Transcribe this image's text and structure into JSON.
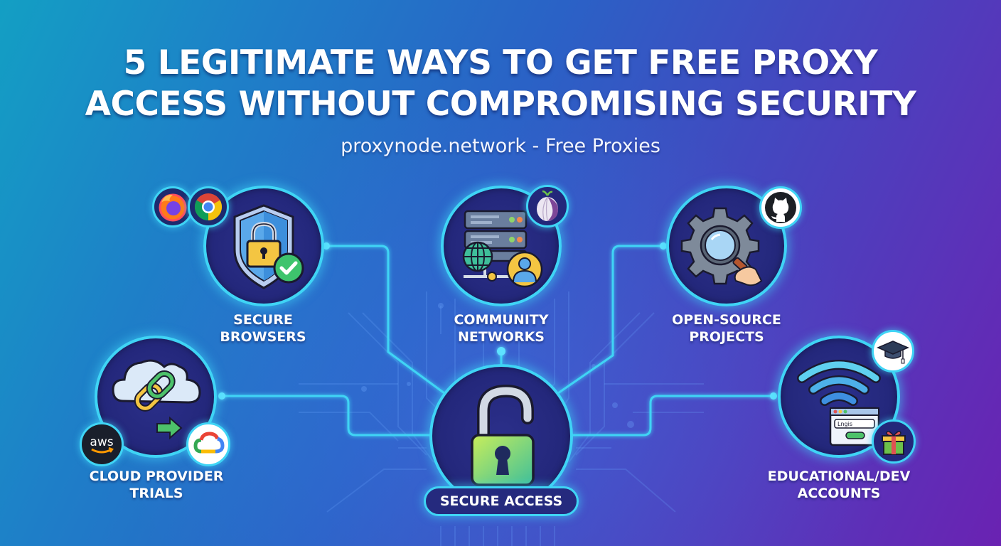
{
  "header": {
    "title_line1": "5 LEGITIMATE WAYS TO GET FREE PROXY",
    "title_line2": "ACCESS WITHOUT COMPROMISING SECURITY",
    "subtitle": "proxynode.network - Free Proxies"
  },
  "hub": {
    "label": "SECURE ACCESS",
    "icon": "open-padlock-icon"
  },
  "methods": [
    {
      "id": "secure-browsers",
      "label_line1": "SECURE",
      "label_line2": "BROWSERS",
      "icon": "shield-lock-check-icon",
      "badges": [
        "firefox-logo-icon",
        "chrome-logo-icon"
      ]
    },
    {
      "id": "community-networks",
      "label_line1": "COMMUNITY",
      "label_line2": "NETWORKS",
      "icon": "server-globe-user-icon",
      "badges": [
        "tor-onion-icon"
      ]
    },
    {
      "id": "open-source-projects",
      "label_line1": "OPEN-SOURCE",
      "label_line2": "PROJECTS",
      "icon": "gear-magnifier-icon",
      "badges": [
        "github-octocat-icon"
      ]
    },
    {
      "id": "cloud-provider-trials",
      "label_line1": "CLOUD PROVIDER",
      "label_line2": "TRIALS",
      "icon": "cloud-link-arrow-icon",
      "badges": [
        "aws-logo-icon",
        "google-cloud-logo-icon"
      ]
    },
    {
      "id": "educational-dev-accounts",
      "label_line1": "EDUCATIONAL/DEV",
      "label_line2": "ACCOUNTS",
      "icon": "wifi-login-window-icon",
      "badges": [
        "graduation-cap-icon",
        "gift-box-icon"
      ]
    }
  ],
  "icon_text": {
    "aws": "aws",
    "login_field": "Lngis"
  },
  "colors": {
    "bg_start": "#139fc4",
    "bg_end": "#6a22b2",
    "node_fill": "#23277a",
    "glow_line": "#3fd4f5",
    "text": "#ffffff"
  }
}
